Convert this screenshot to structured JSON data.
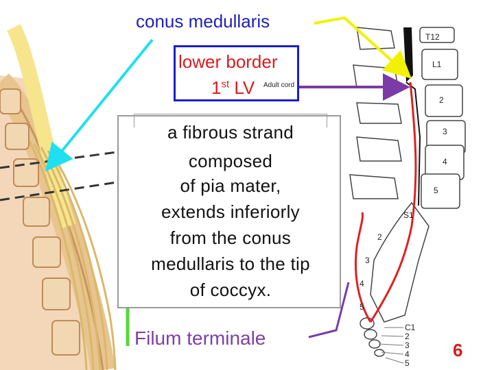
{
  "title": "conus medullaris",
  "border": {
    "line1": "lower border",
    "line2_main": "1",
    "line2_sup": "st",
    "line2_end": " LV",
    "inset": "Adult cord"
  },
  "description_lines": [
    "a fibrous strand",
    "composed",
    "of pia mater,",
    "extends inferiorly",
    "from the conus",
    "medullaris to the tip",
    "of coccyx."
  ],
  "filum_label": "Filum terminale",
  "page_number": "6",
  "vertebra_labels": [
    "T12",
    "L1",
    "2",
    "3",
    "4",
    "5",
    "S1",
    "2",
    "3",
    "4",
    "5",
    "C1",
    "2",
    "3",
    "4",
    "5"
  ],
  "colors": {
    "title": "#1f1fb4",
    "border_text": "#d81c1c",
    "cyan_arrow": "#1fe0f0",
    "yellow_arrow": "#f2f200",
    "purple_arrow": "#7b3aa8",
    "green_arrow": "#5ad63a",
    "filum_red": "#e02020"
  }
}
